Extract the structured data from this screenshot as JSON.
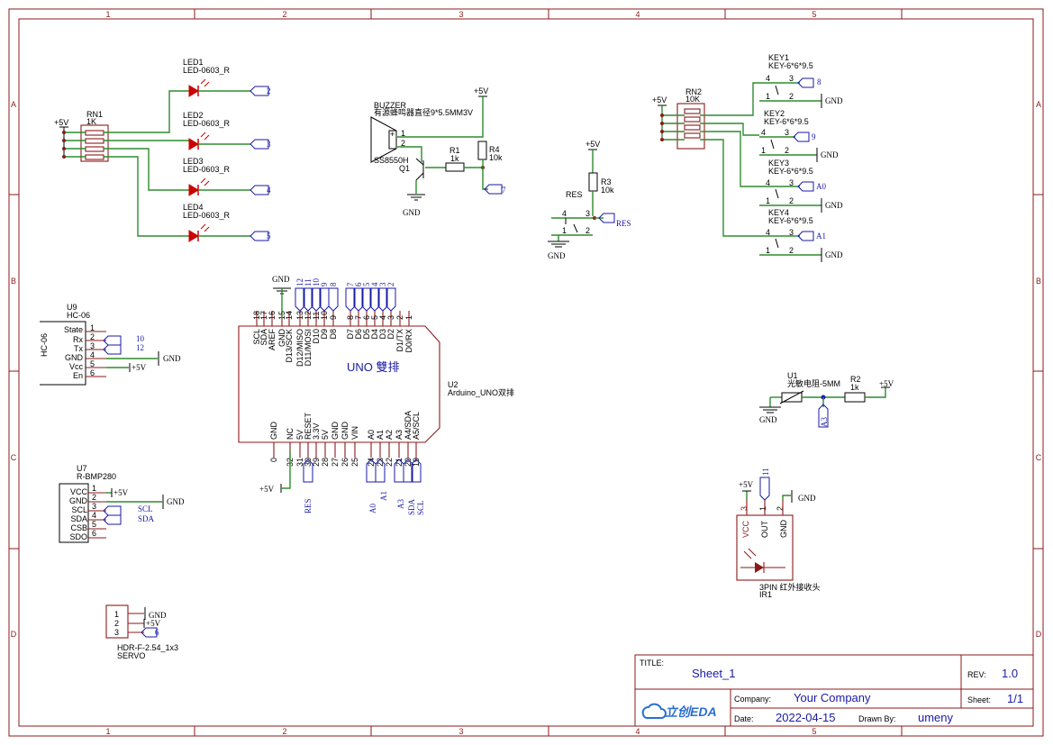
{
  "frame": {
    "cols": [
      "1",
      "2",
      "3",
      "4",
      "5"
    ],
    "rows": [
      "A",
      "B",
      "C",
      "D"
    ]
  },
  "title_block": {
    "title_label": "TITLE:",
    "title": "Sheet_1",
    "rev_label": "REV:",
    "rev": "1.0",
    "company_label": "Company:",
    "company": "Your Company",
    "sheet_label": "Sheet:",
    "sheet": "1/1",
    "date_label": "Date:",
    "date": "2022-04-15",
    "drawn_label": "Drawn By:",
    "drawn_by": "umeny",
    "logo_text": "立创EDA"
  },
  "nets": {
    "p5v": "+5V",
    "gnd": "GND",
    "res": "RES"
  },
  "rn1": {
    "ref": "RN1",
    "value": "1K"
  },
  "leds": [
    {
      "ref": "LED1",
      "value": "LED-0603_R",
      "net": "2"
    },
    {
      "ref": "LED2",
      "value": "LED-0603_R",
      "net": "3"
    },
    {
      "ref": "LED3",
      "value": "LED-0603_R",
      "net": "4"
    },
    {
      "ref": "LED4",
      "value": "LED-0603_R",
      "net": "5"
    }
  ],
  "buzzer": {
    "ref": "BUZZER",
    "value": "有源蜂鸣器直径9*5.5MM3V",
    "q_part": "SS8550H",
    "q_ref": "Q1",
    "r1_ref": "R1",
    "r1_val": "1k",
    "r4_ref": "R4",
    "r4_val": "10k",
    "net": "7",
    "pin1": "1",
    "pin2": "2"
  },
  "reset": {
    "r_ref": "R3",
    "r_val": "10k",
    "label": "RES",
    "pin4": "4",
    "pin3": "3",
    "pin1": "1",
    "pin2": "2"
  },
  "rn2": {
    "ref": "RN2",
    "value": "10K"
  },
  "keys": [
    {
      "ref": "KEY1",
      "value": "KEY-6*6*9.5",
      "net": "8"
    },
    {
      "ref": "KEY2",
      "value": "KEY-6*6*9.5",
      "net": "9"
    },
    {
      "ref": "KEY3",
      "value": "KEY-6*6*9.5",
      "net": "A0"
    },
    {
      "ref": "KEY4",
      "value": "KEY-6*6*9.5",
      "net": "A1"
    }
  ],
  "key_pins": [
    "4",
    "3",
    "1",
    "2"
  ],
  "hc06": {
    "ref": "U9",
    "value": "HC-06",
    "side": "HC-06",
    "pins": [
      {
        "num": "1",
        "name": "State"
      },
      {
        "num": "2",
        "name": "Rx"
      },
      {
        "num": "3",
        "name": "Tx"
      },
      {
        "num": "4",
        "name": "GND"
      },
      {
        "num": "5",
        "name": "Vcc"
      },
      {
        "num": "6",
        "name": "En"
      }
    ],
    "net_rx": "10",
    "net_tx": "12"
  },
  "uno": {
    "center": "UNO 雙排",
    "ref": "U2",
    "value": "Arduino_UNO双排",
    "top_pins": [
      {
        "num": "18",
        "name": "SCL"
      },
      {
        "num": "17",
        "name": "SDA"
      },
      {
        "num": "16",
        "name": "AREF"
      },
      {
        "num": "15",
        "name": "GND"
      },
      {
        "num": "14",
        "name": "D13/SCK"
      },
      {
        "num": "13",
        "name": "D12/MISO"
      },
      {
        "num": "12",
        "name": "D11/MOSI"
      },
      {
        "num": "11",
        "name": "D10"
      },
      {
        "num": "10",
        "name": "D9"
      },
      {
        "num": "9",
        "name": "D8"
      },
      {
        "num": "8",
        "name": "D7"
      },
      {
        "num": "7",
        "name": "D6"
      },
      {
        "num": "6",
        "name": "D5"
      },
      {
        "num": "5",
        "name": "D4"
      },
      {
        "num": "4",
        "name": "D3"
      },
      {
        "num": "3",
        "name": "D2"
      },
      {
        "num": "2",
        "name": "D1/TX"
      },
      {
        "num": "1",
        "name": "D0/RX"
      }
    ],
    "top_nets_left": [
      "12",
      "11",
      "10",
      "9",
      "8"
    ],
    "top_nets_right": [
      "7",
      "6",
      "5",
      "4",
      "3",
      "2"
    ],
    "bottom_pins": [
      {
        "num": "0",
        "name": "GND"
      },
      {
        "num": "32",
        "name": "NC"
      },
      {
        "num": "31",
        "name": "5V"
      },
      {
        "num": "30",
        "name": "RESET"
      },
      {
        "num": "29",
        "name": "3.3V"
      },
      {
        "num": "28",
        "name": "5V"
      },
      {
        "num": "27",
        "name": "GND"
      },
      {
        "num": "26",
        "name": "GND"
      },
      {
        "num": "25",
        "name": "VIN"
      },
      {
        "num": "24",
        "name": "A0"
      },
      {
        "num": "23",
        "name": "A1"
      },
      {
        "num": "22",
        "name": "A2"
      },
      {
        "num": "21",
        "name": "A3"
      },
      {
        "num": "20",
        "name": "A4/SDA"
      },
      {
        "num": "19",
        "name": "A5/SCL"
      }
    ],
    "bottom_nets": [
      "RES",
      "A0",
      "A1",
      "A3",
      "SDA",
      "SCL"
    ]
  },
  "photo": {
    "ref": "U1",
    "value": "光敏电阻-5MM",
    "r_ref": "R2",
    "r_val": "1k",
    "net": "A3"
  },
  "bmp": {
    "ref": "U7",
    "value": "R-BMP280",
    "pins": [
      {
        "num": "1",
        "name": "VCC"
      },
      {
        "num": "2",
        "name": "GND"
      },
      {
        "num": "3",
        "name": "SCL"
      },
      {
        "num": "4",
        "name": "SDA"
      },
      {
        "num": "5",
        "name": "CSB"
      },
      {
        "num": "6",
        "name": "SDO"
      }
    ],
    "net_scl": "SCL",
    "net_sda": "SDA"
  },
  "ir": {
    "ref": "IR1",
    "value": "3PIN 红外接收头",
    "pins": [
      {
        "num": "3",
        "name": "VCC"
      },
      {
        "num": "1",
        "name": "OUT"
      },
      {
        "num": "2",
        "name": "GND"
      }
    ],
    "net": "11",
    "vcc": "VCC"
  },
  "servo": {
    "ref": "SERVO",
    "value": "HDR-F-2.54_1x3",
    "pins": [
      "1",
      "2",
      "3"
    ],
    "net": "6"
  }
}
